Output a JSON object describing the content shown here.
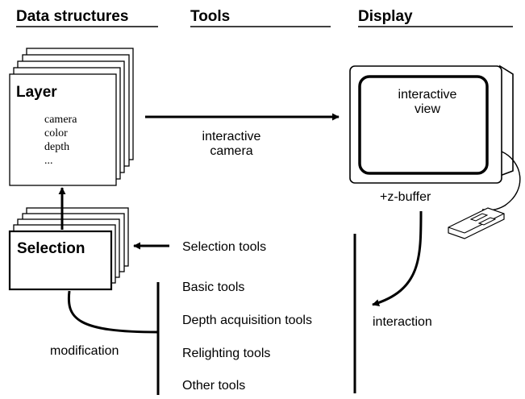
{
  "headers": {
    "data_structures": "Data structures",
    "tools": "Tools",
    "display": "Display"
  },
  "layer": {
    "title": "Layer",
    "items": [
      "camera",
      "color",
      "depth",
      "..."
    ]
  },
  "selection": {
    "title": "Selection"
  },
  "arrows": {
    "interactive_camera_line1": "interactive",
    "interactive_camera_line2": "camera",
    "modification": "modification",
    "interaction": "interaction"
  },
  "display": {
    "screen_line1": "interactive",
    "screen_line2": "view",
    "zbuffer": "+z-buffer"
  },
  "tools": {
    "selection_tools": "Selection tools",
    "list": [
      "Basic tools",
      "Depth acquisition tools",
      "Relighting tools",
      "Other tools"
    ]
  }
}
